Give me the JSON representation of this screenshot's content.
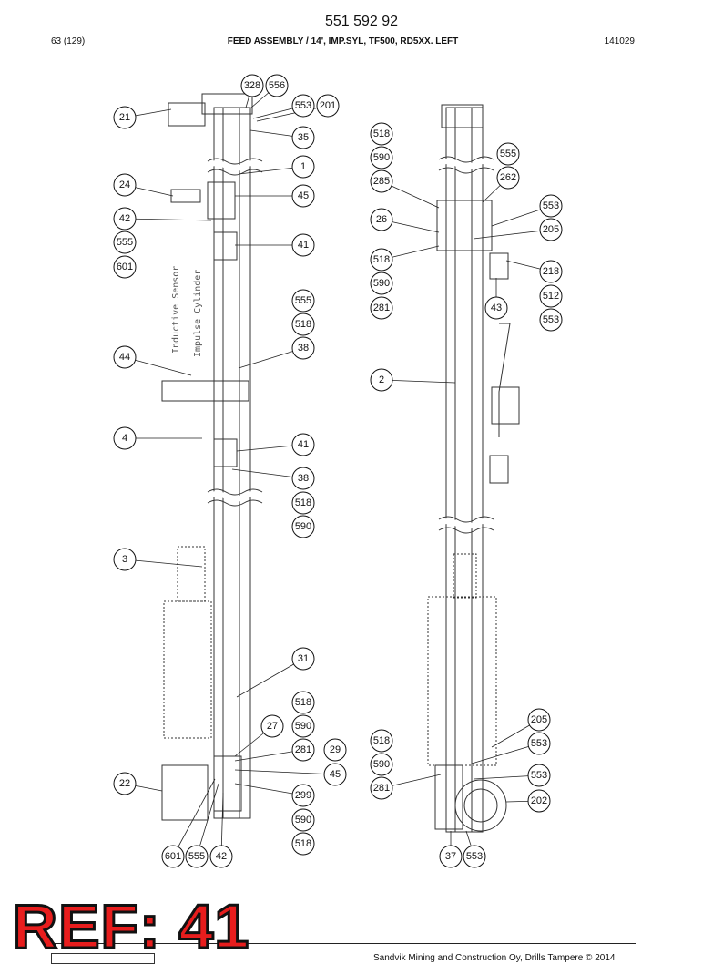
{
  "header": {
    "doc_number": "551 592 92",
    "page": "63 (129)",
    "title": "FEED ASSEMBLY / 14', IMP.SYL, TF500, RD5XX. LEFT",
    "code": "141029"
  },
  "labels": {
    "inductive_sensor": "Inductive Sensor",
    "impulse_cylinder": "Impulse Cylinder"
  },
  "left_callouts": [
    "328",
    "556",
    "553",
    "201",
    "21",
    "35",
    "1",
    "24",
    "45",
    "42",
    "555",
    "41",
    "601",
    "555",
    "518",
    "38",
    "44",
    "4",
    "41",
    "38",
    "518",
    "590",
    "3",
    "31",
    "518",
    "27",
    "590",
    "281",
    "29",
    "45",
    "22",
    "299",
    "590",
    "518",
    "601",
    "555",
    "42"
  ],
  "right_callouts": [
    "518",
    "590",
    "555",
    "262",
    "285",
    "553",
    "26",
    "205",
    "518",
    "218",
    "590",
    "512",
    "281",
    "43",
    "553",
    "2",
    "205",
    "518",
    "553",
    "590",
    "553",
    "281",
    "202",
    "37",
    "553"
  ],
  "overlay": {
    "ref": "REF: 41"
  },
  "footer": {
    "copyright": "Sandvik Mining and Construction Oy, Drills Tampere © 2014"
  }
}
